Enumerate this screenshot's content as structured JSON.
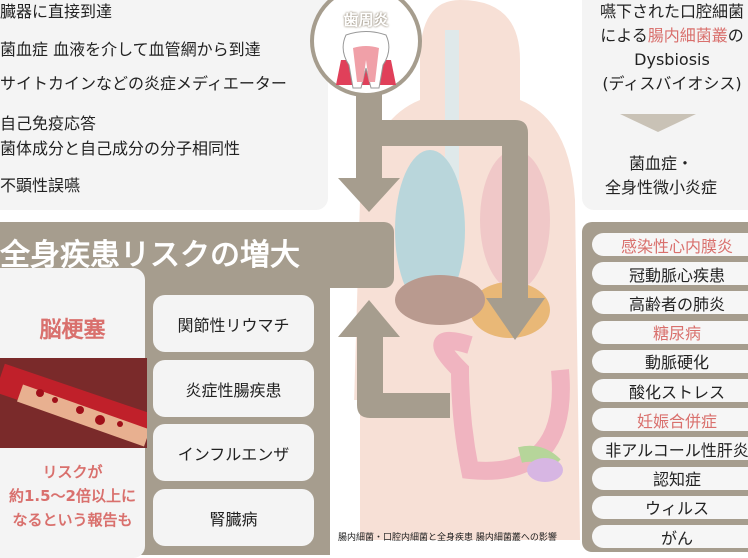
{
  "top_left_lines": [
    "臓器に直接到達",
    "菌血症 血液を介して血管網から到達",
    "サイトカインなどの炎症メディエーター",
    "自己免疫応答",
    "菌体成分と自己成分の分子相同性",
    "不顕性誤嚥"
  ],
  "tooth_label": "歯周炎",
  "top_right": {
    "line1": "嚥下された口腔細菌",
    "line2_pre": "による",
    "line2_red": "腸内細菌叢",
    "line2_post": "の",
    "line3": "Dysbiosis",
    "line4": "(ディスバイオシス)",
    "line5": "菌血症・",
    "line6": "全身性微小炎症"
  },
  "banner": "全身疾患リスクの増大",
  "brain": {
    "title": "脳梗塞",
    "note1": "リスクが",
    "note2": "約1.5〜2倍以上に",
    "note3": "なるという報告も"
  },
  "middle_items": [
    "関節性リウマチ",
    "炎症性腸疾患",
    "インフルエンザ",
    "腎臓病"
  ],
  "right_items": [
    {
      "label": "感染性心内膜炎",
      "red": true
    },
    {
      "label": "冠動脈心疾患"
    },
    {
      "label": "高齢者の肺炎"
    },
    {
      "label": "糖尿病",
      "red": true
    },
    {
      "label": "動脈硬化"
    },
    {
      "label": "酸化ストレス"
    },
    {
      "label": "妊娠合併症",
      "red": true
    },
    {
      "label": "非アルコール性肝炎"
    },
    {
      "label": "認知症"
    },
    {
      "label": "ウィルス"
    },
    {
      "label": "がん"
    }
  ],
  "caption": "腸内細菌・口腔内細菌と全身疾患 腸内細菌叢への影響",
  "colors": {
    "taupe": "#a69d8e",
    "accent": "#d9706d"
  }
}
